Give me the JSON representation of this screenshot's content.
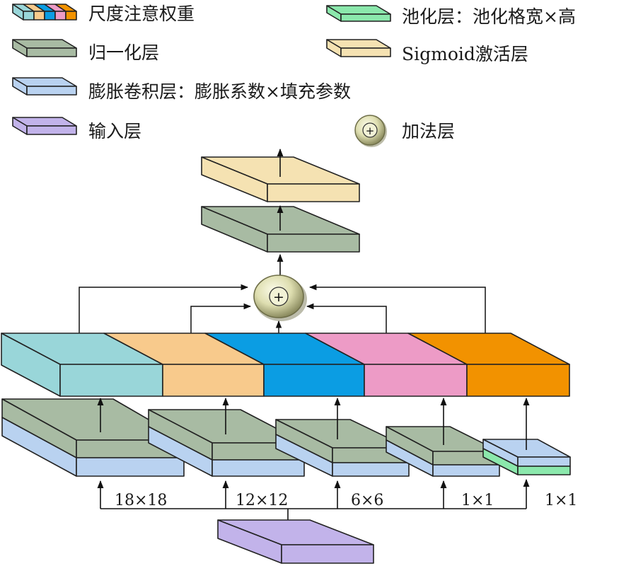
{
  "colors": {
    "scale_weights": [
      "#99d6d9",
      "#f8ca8c",
      "#0b9de3",
      "#ed9bc6",
      "#f29200"
    ],
    "pool": "#8be8ac",
    "normalization": "#a8bba3",
    "sigmoid": "#f5e2b2",
    "dilated_conv": "#b9d2f0",
    "input": "#c2b3ea",
    "add_node": "#dcdcaa"
  },
  "legend": {
    "scale_weights": "尺度注意权重",
    "pool": "池化层：池化格宽×高",
    "normalization": "归一化层",
    "sigmoid": "Sigmoid激活层",
    "dilated_conv": "膨胀卷积层：膨胀系数×填充参数",
    "add": "加法层",
    "input": "输入层"
  },
  "add_symbol": "+",
  "branches": [
    {
      "label": "18×18"
    },
    {
      "label": "12×12"
    },
    {
      "label": "6×6"
    },
    {
      "label": "1×1"
    },
    {
      "label": "1×1"
    }
  ]
}
